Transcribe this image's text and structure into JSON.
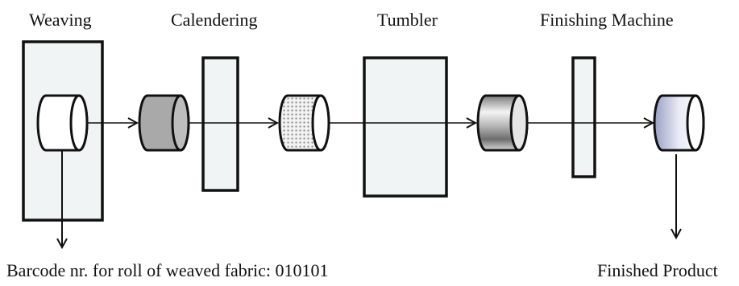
{
  "stages": {
    "weaving": "Weaving",
    "calendering": "Calendering",
    "tumbler": "Tumbler",
    "finishing_machine": "Finishing Machine"
  },
  "outputs": {
    "barcode_note": "Barcode nr. for roll of weaved fabric: 010101",
    "finished_product": "Finished Product"
  },
  "colors": {
    "stroke": "#111111",
    "machine_fill": "#f0f4f4",
    "roll_plain": "#ffffff",
    "roll_calendered": "#a9a9a9",
    "roll_tumbled_dots": "#8a8a8a",
    "roll_finished_metal": "#cfcfcf",
    "roll_product_blue": "#c9cde8"
  }
}
